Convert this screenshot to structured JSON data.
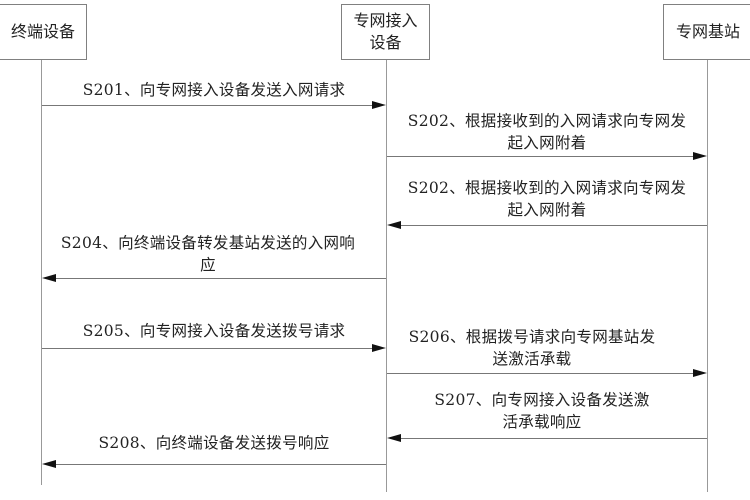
{
  "actors": [
    {
      "id": "terminal",
      "label": "终端设备"
    },
    {
      "id": "access",
      "label": "专网接入设备"
    },
    {
      "id": "base",
      "label": "专网基站"
    }
  ],
  "messages": [
    {
      "step": "S201",
      "from": "终端设备",
      "to": "专网接入设备",
      "label": "S201、向专网接入设备发送入网请求"
    },
    {
      "step": "S202",
      "from": "专网接入设备",
      "to": "专网基站",
      "label_line1": "S202、根据接收到的入网请求向专网发",
      "label_line2": "起入网附着"
    },
    {
      "step": "S202",
      "from": "专网基站",
      "to": "专网接入设备",
      "label_line1": "S202、根据接收到的入网请求向专网发",
      "label_line2": "起入网附着"
    },
    {
      "step": "S204",
      "from": "专网接入设备",
      "to": "终端设备",
      "label_line1": "S204、向终端设备转发基站发送的入网响",
      "label_line2": "应"
    },
    {
      "step": "S205",
      "from": "终端设备",
      "to": "专网接入设备",
      "label": "S205、向专网接入设备发送拨号请求"
    },
    {
      "step": "S206",
      "from": "专网接入设备",
      "to": "专网基站",
      "label_line1": "S206、根据拨号请求向专网基站发",
      "label_line2": "送激活承载"
    },
    {
      "step": "S207",
      "from": "专网基站",
      "to": "专网接入设备",
      "label_line1": "S207、向专网接入设备发送激",
      "label_line2": "活承载响应"
    },
    {
      "step": "S208",
      "from": "专网接入设备",
      "to": "终端设备",
      "label": "S208、向终端设备发送拨号响应"
    }
  ]
}
